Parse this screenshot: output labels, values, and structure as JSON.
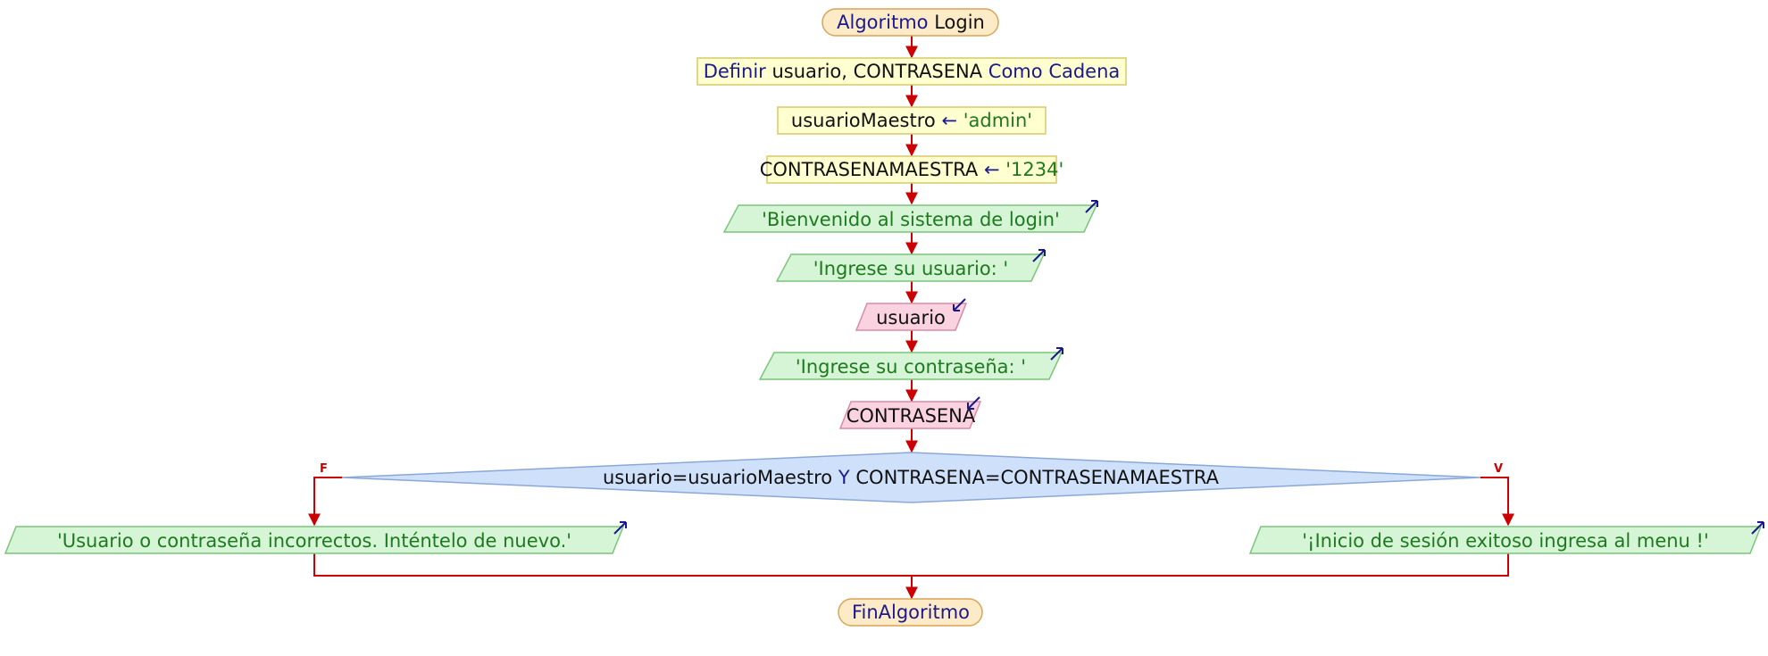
{
  "diagram": {
    "start": {
      "kw": "Algoritmo",
      "name": "Login"
    },
    "define": {
      "kw1": "Definir",
      "vars": "usuario, CONTRASENA",
      "kw2": "Como",
      "kw3": "Cadena"
    },
    "assign1": {
      "var": "usuarioMaestro",
      "arrow": "←",
      "value": "'admin'"
    },
    "assign2": {
      "var": "CONTRASENAMAESTRA",
      "arrow": "←",
      "value": "'1234'"
    },
    "output1": "'Bienvenido al sistema de login'",
    "output2": "'Ingrese su usuario: '",
    "input1": "usuario",
    "output3": "'Ingrese su contraseña: '",
    "input2": "CONTRASENA",
    "decision": {
      "left": "usuario=usuarioMaestro",
      "op": "Y",
      "right": "CONTRASENA=CONTRASENAMAESTRA"
    },
    "false_label": "F",
    "true_label": "V",
    "false_output": "'Usuario o contraseña incorrectos. Inténtelo de nuevo.'",
    "true_output": "'¡Inicio de sesión exitoso ingresa al menu !'",
    "end": "FinAlgoritmo",
    "colors": {
      "flow_line": "#cc0000",
      "terminal_fill": "#fdebc8",
      "process_fill": "#ffffd0",
      "output_fill": "#d6f5d6",
      "input_fill": "#fbd3e0",
      "decision_fill": "#cfe0fb"
    }
  }
}
